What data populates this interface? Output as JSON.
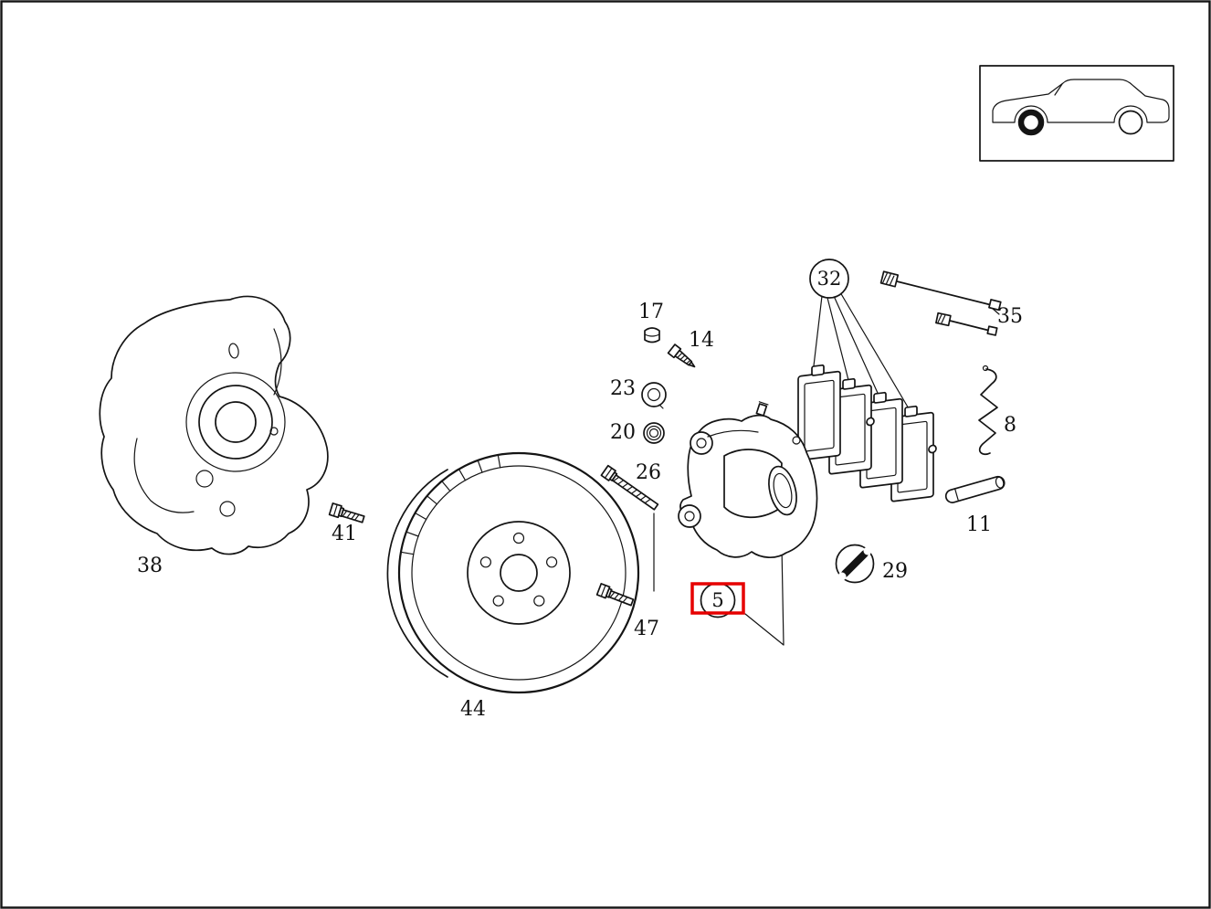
{
  "diagram": {
    "kind": "exploded-parts-diagram",
    "subject": "front-disc-brake-assembly",
    "background": "#ffffff",
    "line_color": "#141414",
    "highlight": {
      "color": "#e60000",
      "applies_to_callout": "5",
      "shape": "rectangle"
    },
    "callouts": [
      {
        "text": "17",
        "style": "plain"
      },
      {
        "text": "14",
        "style": "plain"
      },
      {
        "text": "23",
        "style": "plain"
      },
      {
        "text": "20",
        "style": "plain"
      },
      {
        "text": "26",
        "style": "plain"
      },
      {
        "text": "41",
        "style": "plain"
      },
      {
        "text": "38",
        "style": "plain"
      },
      {
        "text": "44",
        "style": "plain"
      },
      {
        "text": "47",
        "style": "plain"
      },
      {
        "text": "5",
        "style": "circled",
        "selected": true
      },
      {
        "text": "29",
        "style": "plain-beside-wrench-icon"
      },
      {
        "text": "32",
        "style": "circled"
      },
      {
        "text": "35",
        "style": "plain"
      },
      {
        "text": "8",
        "style": "plain"
      },
      {
        "text": "11",
        "style": "plain"
      }
    ],
    "icons": [
      {
        "name": "wrench-icon"
      },
      {
        "name": "car-side-silhouette-icon"
      },
      {
        "name": "front-wheel-highlight-ring"
      }
    ]
  }
}
